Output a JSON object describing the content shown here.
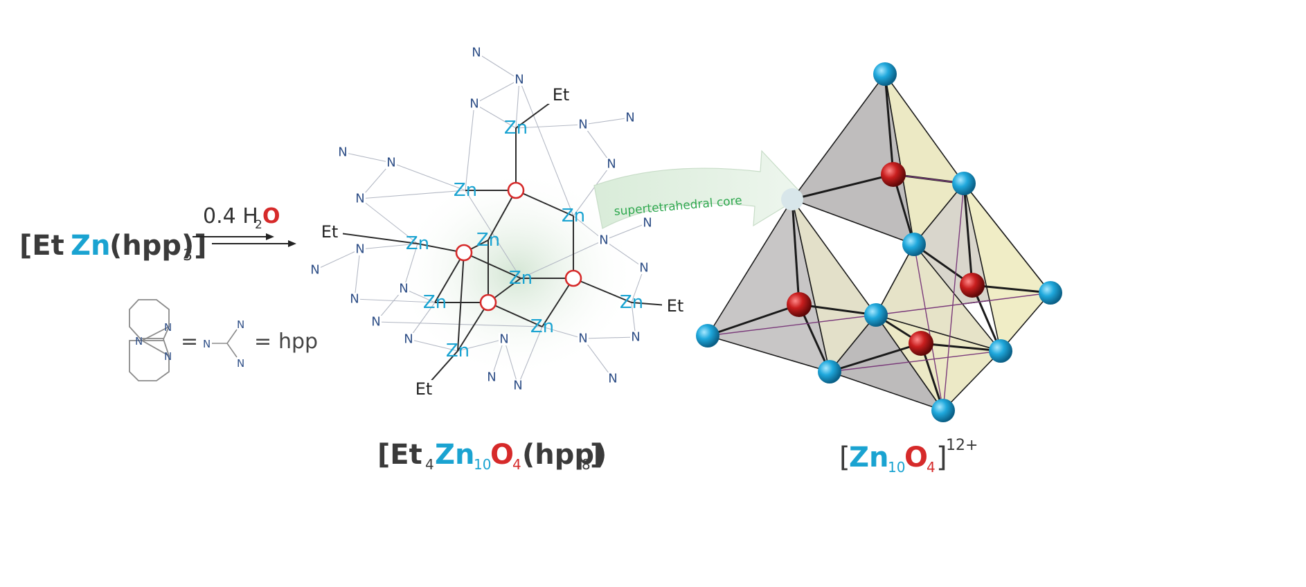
{
  "reactant": {
    "open": "[Et",
    "metal": "Zn",
    "ligand": "(hpp)]",
    "count": "3"
  },
  "conditions": {
    "amount": "0.4 H",
    "h_sub": "2",
    "oxygen": "O"
  },
  "hpp_legend": {
    "n": "N",
    "equals": "=",
    "label": "hpp"
  },
  "cluster": {
    "zn": "Zn",
    "o": "O",
    "n": "N",
    "et": "Et",
    "formula": {
      "open": "[Et",
      "et_count": "4",
      "metal": "Zn",
      "metal_count": "10",
      "oxygen": "O",
      "oxygen_count": "4",
      "ligand": "(hpp)",
      "close": "]",
      "ligand_count": "8"
    }
  },
  "core_arrow": {
    "label": "supertetrahedral core"
  },
  "core": {
    "formula": {
      "open": "[",
      "metal": "Zn",
      "metal_count": "10",
      "oxygen": "O",
      "oxygen_count": "4",
      "close": "]",
      "charge": "12+"
    }
  },
  "colors": {
    "zinc": "#1aa3d1",
    "oxygen": "#d62a2a",
    "nitrogen": "#2f4f87",
    "text": "#3a3a3a",
    "arrow": "#2fa84f"
  }
}
